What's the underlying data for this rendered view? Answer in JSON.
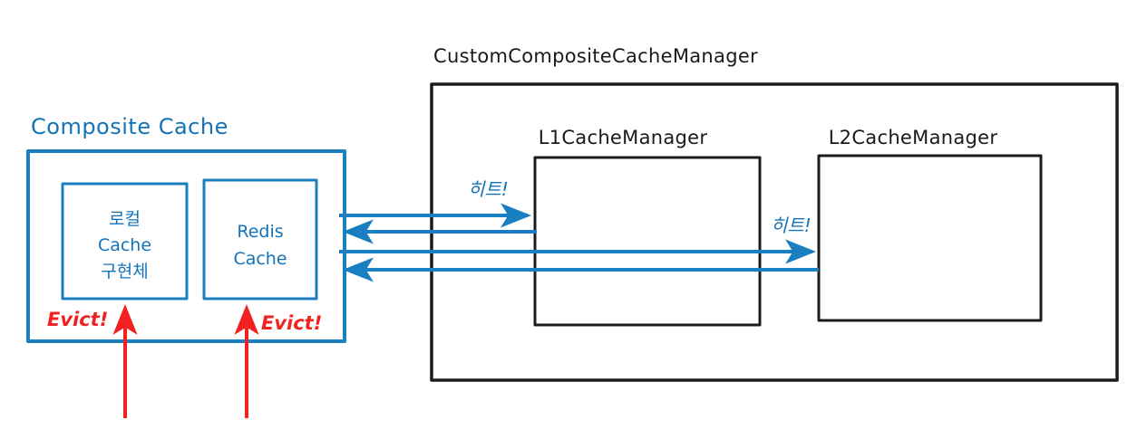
{
  "diagram": {
    "title_left": "Composite Cache",
    "title_right": "CustomCompositeCacheManager",
    "colors": {
      "blue": "#1a7fc1",
      "blue_text": "#1373b8",
      "red": "#f22222",
      "black": "#1c1c1c",
      "background": "#ffffff"
    }
  },
  "composite_cache": {
    "label": "Composite Cache",
    "boxes": [
      {
        "name": "local-cache-box",
        "lines": [
          "로컬",
          "Cache",
          "구현체"
        ]
      },
      {
        "name": "redis-cache-box",
        "lines": [
          "Redis",
          "Cache"
        ]
      }
    ],
    "evict_left": "Evict!",
    "evict_right": "Evict!"
  },
  "cache_manager": {
    "label": "CustomCompositeCacheManager",
    "boxes": [
      {
        "name": "l1-cache-manager",
        "label": "L1CacheManager"
      },
      {
        "name": "l2-cache-manager",
        "label": "L2CacheManager"
      }
    ],
    "hit_l1": "히트!",
    "hit_l2": "히트!"
  }
}
